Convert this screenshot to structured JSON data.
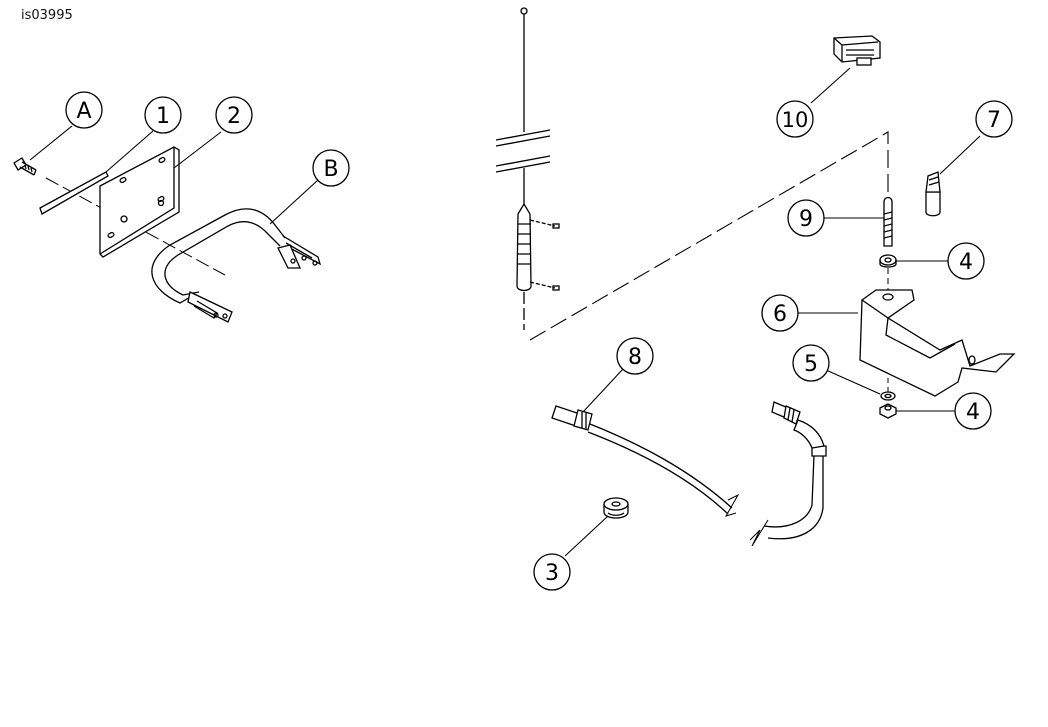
{
  "figure_id": "is03995",
  "callouts": [
    {
      "key": "A",
      "label": "A"
    },
    {
      "key": "1",
      "label": "1"
    },
    {
      "key": "2",
      "label": "2"
    },
    {
      "key": "B",
      "label": "B"
    },
    {
      "key": "10",
      "label": "10"
    },
    {
      "key": "7",
      "label": "7"
    },
    {
      "key": "9",
      "label": "9"
    },
    {
      "key": "4a",
      "label": "4"
    },
    {
      "key": "6",
      "label": "6"
    },
    {
      "key": "5",
      "label": "5"
    },
    {
      "key": "4b",
      "label": "4"
    },
    {
      "key": "8",
      "label": "8"
    },
    {
      "key": "3",
      "label": "3"
    }
  ],
  "parts": [
    "bolt",
    "strip",
    "bracket-plate",
    "tube-mount",
    "antenna-whip",
    "connector-module",
    "ferrule",
    "stud",
    "nut-upper",
    "mounting-bracket",
    "lock-washer",
    "nut-lower",
    "coax-cable",
    "grommet"
  ]
}
